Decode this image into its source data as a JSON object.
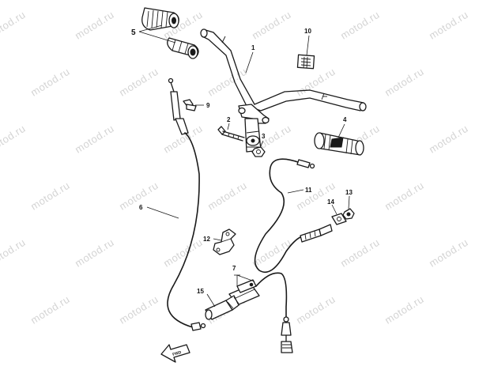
{
  "watermark": "motod.ru",
  "callouts": {
    "c1": "1",
    "c2": "2",
    "c3": "3",
    "c4": "4",
    "c5": "5",
    "c6": "6",
    "c7": "7",
    "c9": "9",
    "c10": "10",
    "c11": "11",
    "c12": "12",
    "c13": "13",
    "c14": "14",
    "c15": "15"
  },
  "forward_arrow_label": "FWD",
  "colors": {
    "line": "#1a1a1a",
    "background": "#ffffff",
    "watermark": "#d4d4d4"
  }
}
